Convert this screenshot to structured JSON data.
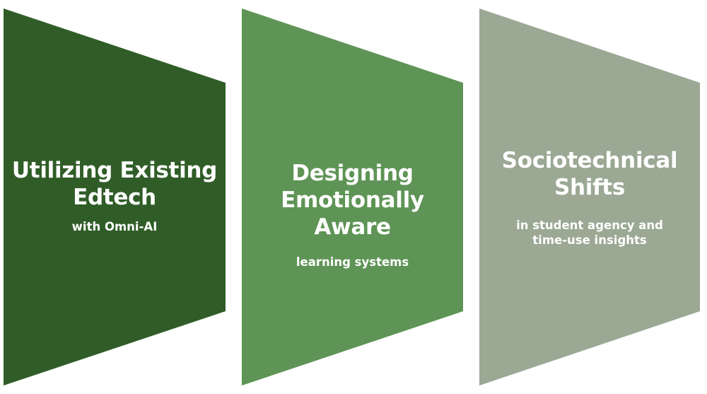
{
  "panels": [
    {
      "title_line1": "Utilizing Existing",
      "title_line2": "Edtech",
      "subtitle_line1": "with Omni-AI",
      "subtitle_line2": "",
      "color": "#305d27"
    },
    {
      "title_line1": "Designing",
      "title_line2": "Emotionally Aware",
      "subtitle_line1": "learning systems",
      "subtitle_line2": "",
      "color": "#5e9455"
    },
    {
      "title_line1": "Sociotechnical",
      "title_line2": "Shifts",
      "subtitle_line1": "in student agency and",
      "subtitle_line2": "time-use insights",
      "color": "#9aa894"
    }
  ]
}
